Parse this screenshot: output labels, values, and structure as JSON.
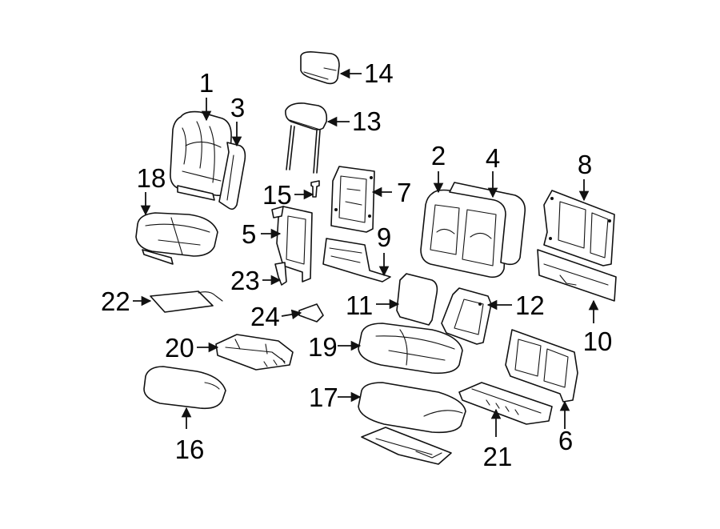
{
  "callouts": {
    "n1": "1",
    "n2": "2",
    "n3": "3",
    "n4": "4",
    "n5": "5",
    "n6": "6",
    "n7": "7",
    "n8": "8",
    "n9": "9",
    "n10": "10",
    "n11": "11",
    "n12": "12",
    "n13": "13",
    "n14": "14",
    "n15": "15",
    "n16": "16",
    "n17": "17",
    "n18": "18",
    "n19": "19",
    "n20": "20",
    "n21": "21",
    "n22": "22",
    "n23": "23",
    "n24": "24"
  },
  "colors": {
    "line": "#111111",
    "background": "#ffffff"
  }
}
